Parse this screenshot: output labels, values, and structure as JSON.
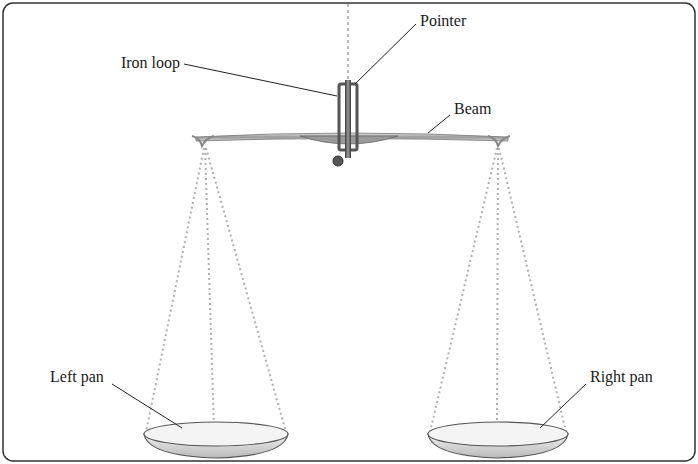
{
  "diagram": {
    "labels": [
      "Iron loop",
      "Pointer",
      "Beam",
      "Left pan",
      "Right pan"
    ]
  }
}
